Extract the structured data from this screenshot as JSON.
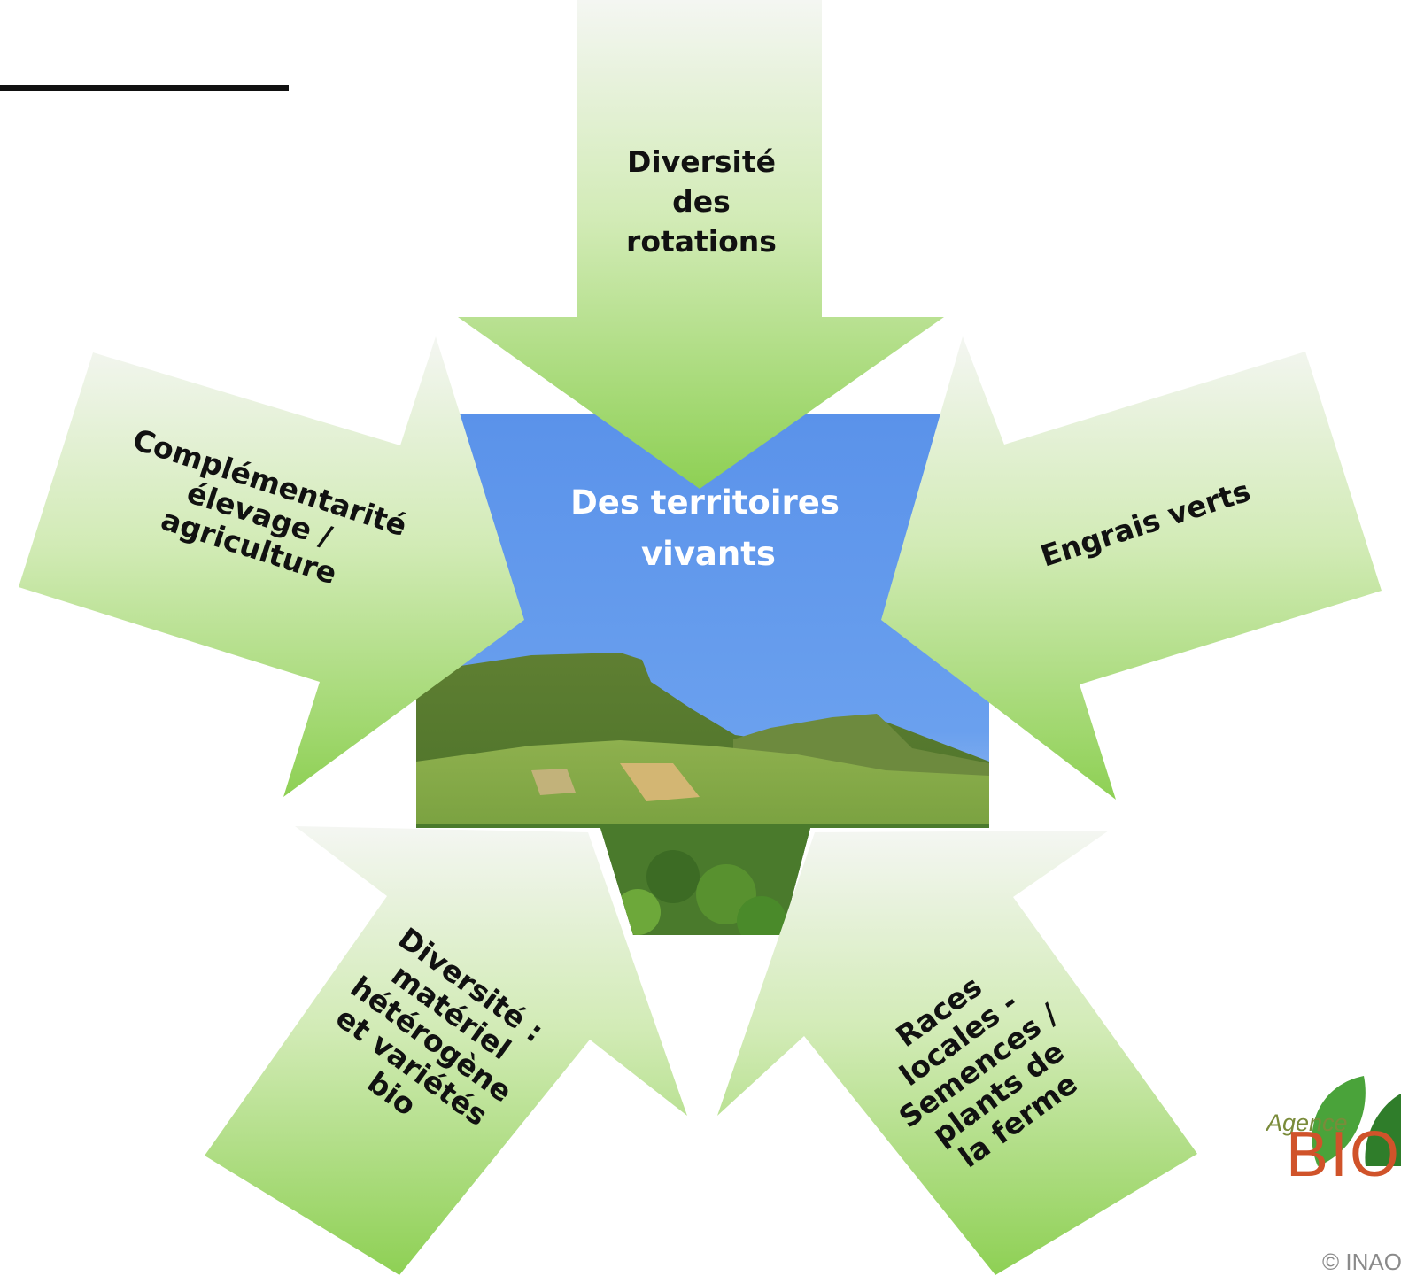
{
  "center": {
    "title_lines": [
      "Des territoires",
      "vivants"
    ]
  },
  "arrows": [
    {
      "id": "rotations",
      "lines": [
        "Diversité",
        "des",
        "rotations"
      ]
    },
    {
      "id": "engrais",
      "lines": [
        "Engrais verts"
      ]
    },
    {
      "id": "races",
      "lines": [
        "Races",
        "locales -",
        "Semences /",
        "plants de",
        "la ferme"
      ]
    },
    {
      "id": "materiel",
      "lines": [
        "Diversité :",
        "matériel",
        "hétérogène",
        "et variétés",
        "bio"
      ]
    },
    {
      "id": "complementarite",
      "lines": [
        "Complémentarité",
        "élevage /",
        "agriculture"
      ]
    }
  ],
  "logo": {
    "word": "Agence",
    "big": "BIO"
  },
  "copyright": "© INAO",
  "colors": {
    "arrow_top": "#f4f6f2",
    "arrow_bottom": "#8ed054",
    "sky": "#5a92ea",
    "title_underline": "#111111"
  }
}
